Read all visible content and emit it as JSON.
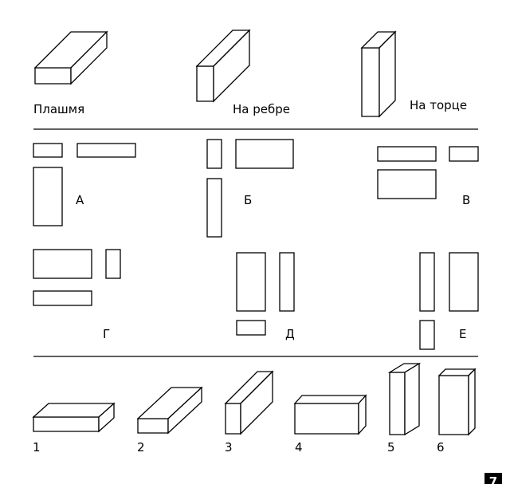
{
  "positions": {
    "flat": "Плашмя",
    "edge": "На ребре",
    "end": "На торце"
  },
  "views": [
    "А",
    "Б",
    "В",
    "Г",
    "Д",
    "Е"
  ],
  "bricks": [
    "1",
    "2",
    "3",
    "4",
    "5",
    "6"
  ],
  "page_number": "7"
}
